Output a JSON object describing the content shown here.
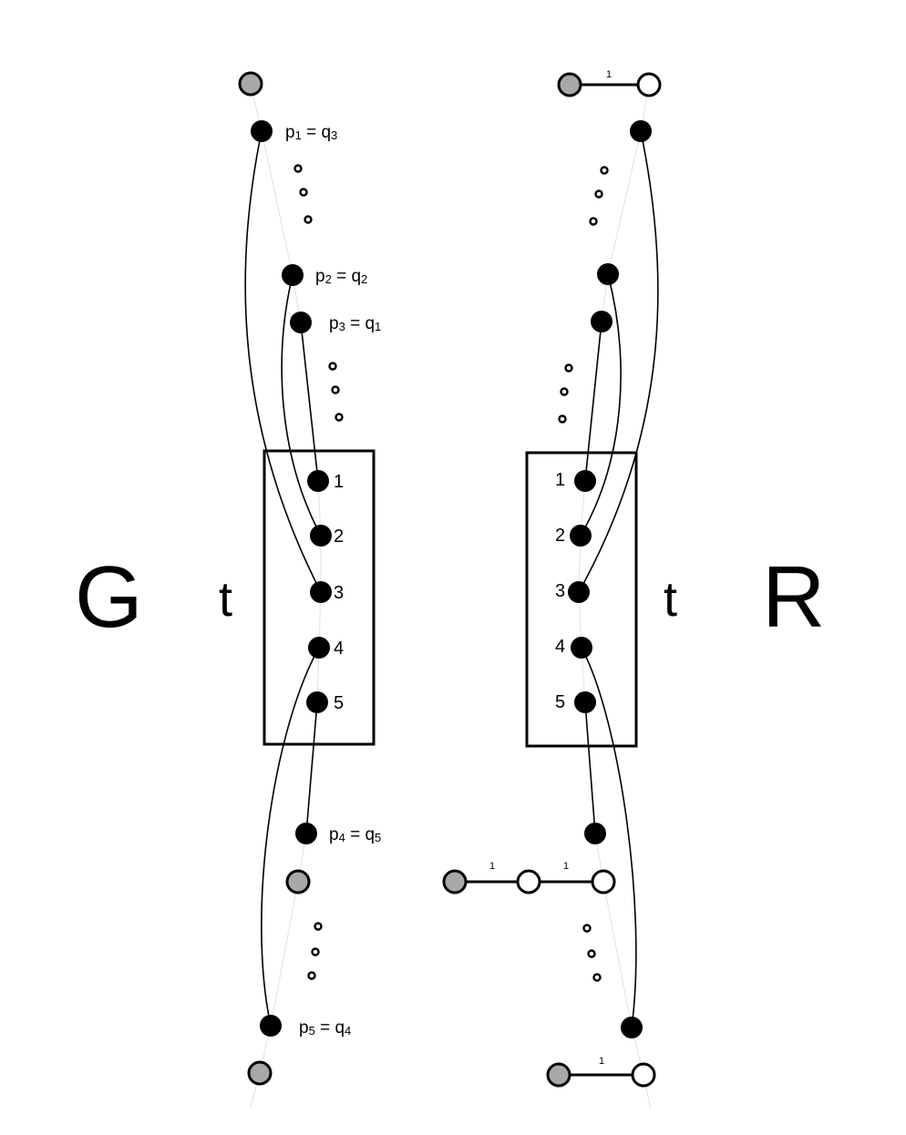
{
  "left_graph": {
    "label": "G",
    "cut_label": "t",
    "box_vertex_labels": [
      "1",
      "2",
      "3",
      "4",
      "5"
    ],
    "p_labels": [
      {
        "p": "p",
        "p_sub": "1",
        "eq": " = ",
        "q": "q",
        "q_sub": "3"
      },
      {
        "p": "p",
        "p_sub": "2",
        "eq": " = ",
        "q": "q",
        "q_sub": "2"
      },
      {
        "p": "p",
        "p_sub": "3",
        "eq": " = ",
        "q": "q",
        "q_sub": "1"
      },
      {
        "p": "p",
        "p_sub": "4",
        "eq": " = ",
        "q": "q",
        "q_sub": "5"
      },
      {
        "p": "p",
        "p_sub": "5",
        "eq": " = ",
        "q": "q",
        "q_sub": "4"
      }
    ]
  },
  "right_graph": {
    "label": "R",
    "cut_label": "t",
    "box_vertex_labels": [
      "1",
      "2",
      "3",
      "4",
      "5"
    ],
    "edge_weights": [
      "1",
      "1",
      "1",
      "1"
    ]
  },
  "colors": {
    "vertex_black": "#000000",
    "vertex_grey": "#a8a8a8",
    "vertex_white": "#ffffff",
    "guide_line": "#e2e2e2"
  }
}
